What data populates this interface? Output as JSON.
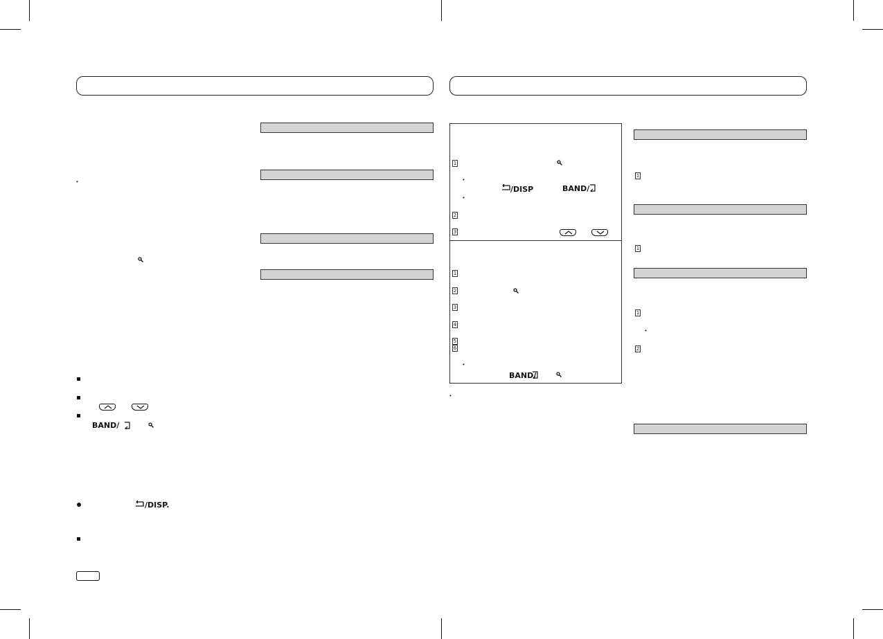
{
  "labels": {
    "disp": "/DISP",
    "disp_period": "/DISP.",
    "band": "BAND/"
  },
  "steps": {
    "s1": "1",
    "s2": "2",
    "s3": "3",
    "s4": "4",
    "s5": "5",
    "s6": "6"
  },
  "icons": {
    "search": "search-icon",
    "back": "back-arrow-icon",
    "enter": "enter-icon",
    "up": "chevron-up-icon",
    "down": "chevron-down-icon"
  },
  "colors": {
    "shade": "#d4d4d4",
    "ink": "#111111"
  }
}
